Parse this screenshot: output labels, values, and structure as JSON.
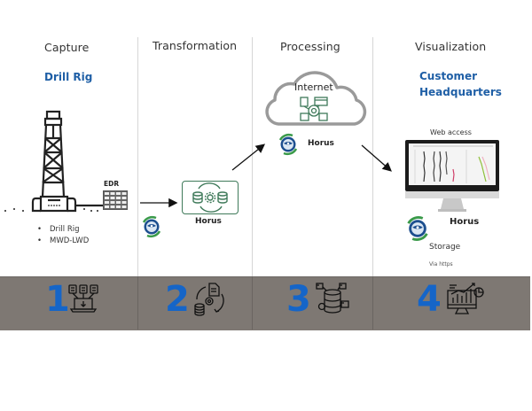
{
  "columns": [
    {
      "title": "Capture",
      "subtitle": "Drill Rig"
    },
    {
      "title": "Transformation"
    },
    {
      "title": "Processing"
    },
    {
      "title": "Visualization",
      "subtitle_lines": [
        "Customer",
        "Headquarters"
      ]
    }
  ],
  "capture": {
    "edr_label": "EDR",
    "bullets": [
      "Drill Rig",
      "MWD-LWD"
    ],
    "icons": [
      "drill-rig-icon",
      "edr-grid-icon"
    ]
  },
  "transformation": {
    "node_label": "Horus",
    "icons": [
      "horus-logo-icon",
      "database-gear-database-icon"
    ]
  },
  "processing": {
    "cloud_label": "Internet",
    "node_label": "Horus",
    "icons": [
      "cloud-icon",
      "server-gear-icon",
      "horus-logo-icon"
    ]
  },
  "visualization": {
    "web_access_label": "Web access",
    "node_label": "Horus",
    "storage_label": "Storage",
    "via_label": "Via https",
    "icons": [
      "monitor-icon",
      "horus-logo-icon"
    ]
  },
  "steps": [
    {
      "number": "1",
      "icon": "documents-to-laptop-icon"
    },
    {
      "number": "2",
      "icon": "data-transform-cycle-icon"
    },
    {
      "number": "3",
      "icon": "database-network-icon"
    },
    {
      "number": "4",
      "icon": "analytics-monitor-icon"
    }
  ],
  "colors": {
    "accent_blue": "#1f5fa6",
    "step_blue": "#1565c8",
    "band_gray": "#7e7873",
    "node_green": "#3f7a5a"
  }
}
